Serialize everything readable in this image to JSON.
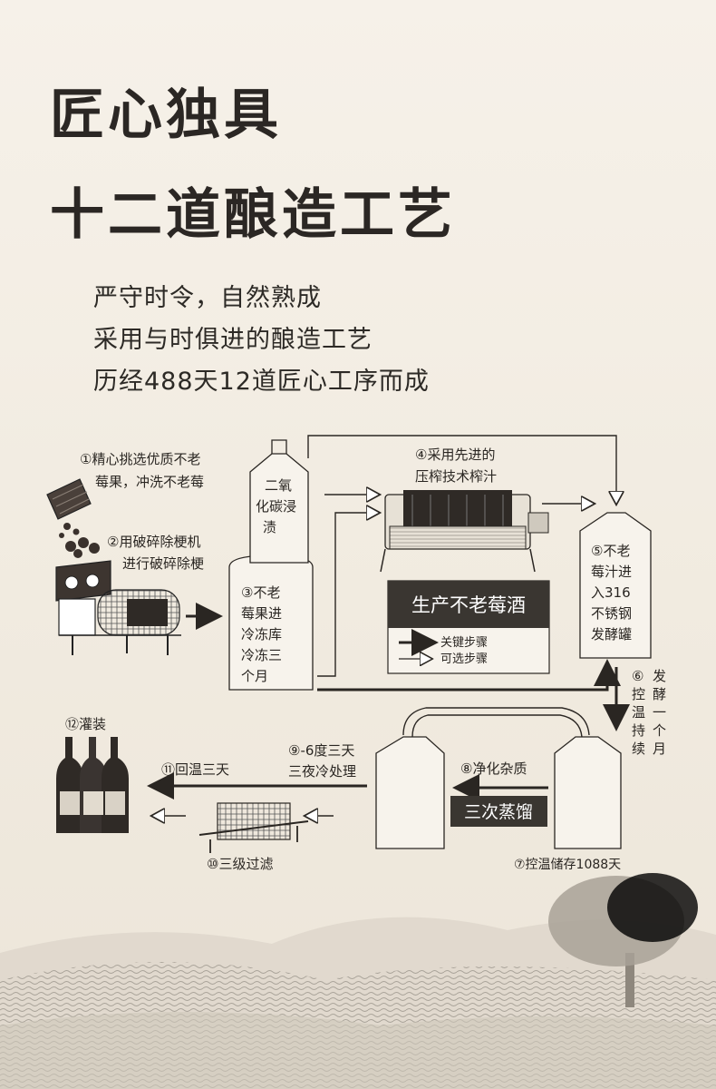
{
  "heading": {
    "line1": "匠心独具",
    "line2": "十二道酿造工艺"
  },
  "subtitle": {
    "line1": "严守时令，自然熟成",
    "line2": "采用与时俱进的酿造工艺",
    "line3": "历经488天12道匠心工序而成"
  },
  "diagram": {
    "step1": [
      "①精心挑选优质不老",
      "莓果，冲洗不老莓"
    ],
    "step2": [
      "②用破碎除梗机",
      "进行破碎除梗"
    ],
    "step3": [
      "③不老",
      "莓果进",
      "冷冻库",
      "冷冻三",
      "个月"
    ],
    "step_co2": [
      "二氧",
      "化碳浸",
      "渍"
    ],
    "step4": [
      "④采用先进的",
      "压榨技术榨汁"
    ],
    "step5": [
      "⑤不老",
      "莓汁进",
      "入316",
      "不锈钢",
      "发酵罐"
    ],
    "step6_left": [
      "⑥",
      "控",
      "温",
      "持",
      "续"
    ],
    "step6_right": [
      "发",
      "酵",
      "一",
      "个",
      "月"
    ],
    "step7": "⑦控温储存1088天",
    "step8": "⑧净化杂质",
    "distill_badge": "三次蒸馏",
    "step9": [
      "⑨-6度三天",
      "三夜冷处理"
    ],
    "step10": "⑩三级过滤",
    "step11": "⑪回温三天",
    "step12": "⑫灌装",
    "legend": {
      "title": "生产不老莓酒",
      "key_step": "关键步骤",
      "optional_step": "可选步骤"
    }
  },
  "colors": {
    "background": "#f3eee6",
    "dark_box": "#3a3631",
    "ink": "#2a2622"
  }
}
